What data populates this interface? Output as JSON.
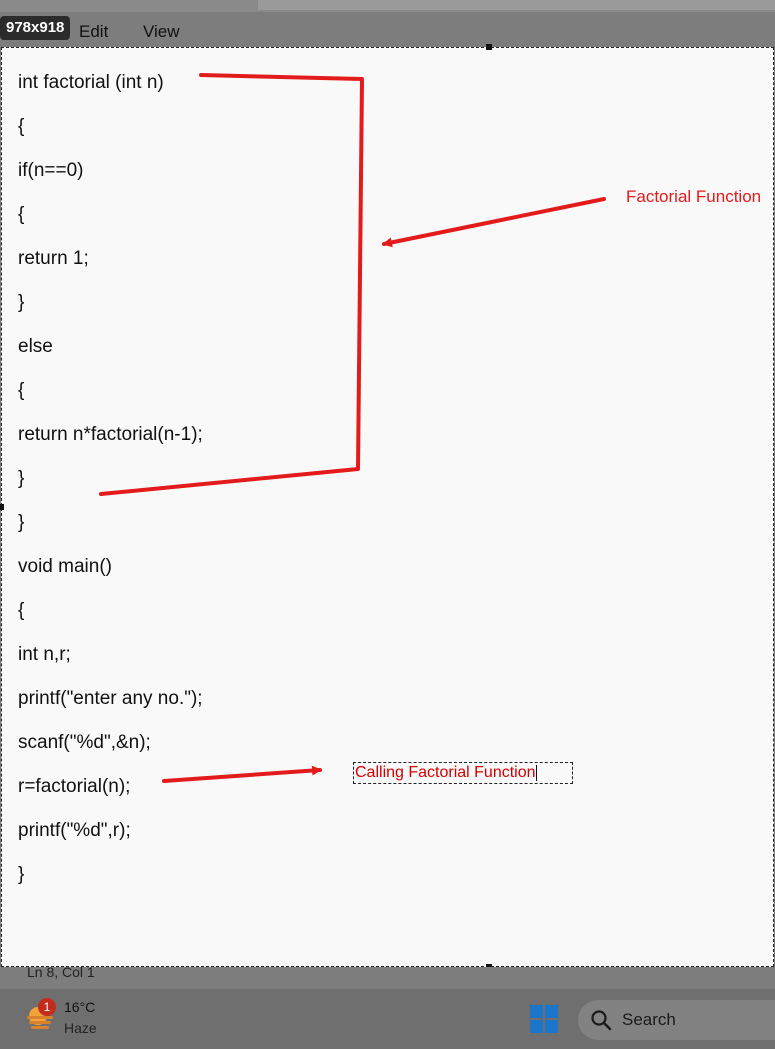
{
  "badge": {
    "size_text": "978x918"
  },
  "menu": {
    "edit": "Edit",
    "view": "View"
  },
  "code_lines": [
    "int factorial (int n)",
    "{",
    "if(n==0)",
    "{",
    "return 1;",
    "}",
    "else",
    "{",
    "return n*factorial(n-1);",
    "}",
    "}",
    "void main()",
    "{",
    "int n,r;",
    "printf(\"enter any no.\");",
    "scanf(\"%d\",&n);",
    "r=factorial(n);",
    "printf(\"%d\",r);",
    "}"
  ],
  "annotations": {
    "factorial_label": "Factorial Function",
    "calling_label": "Calling Factorial Function",
    "color": "#e31b1b"
  },
  "status": {
    "position": "Ln 8, Col 1"
  },
  "taskbar": {
    "notification_count": "1",
    "temperature": "16°C",
    "condition": "Haze",
    "search_label": "Search"
  }
}
